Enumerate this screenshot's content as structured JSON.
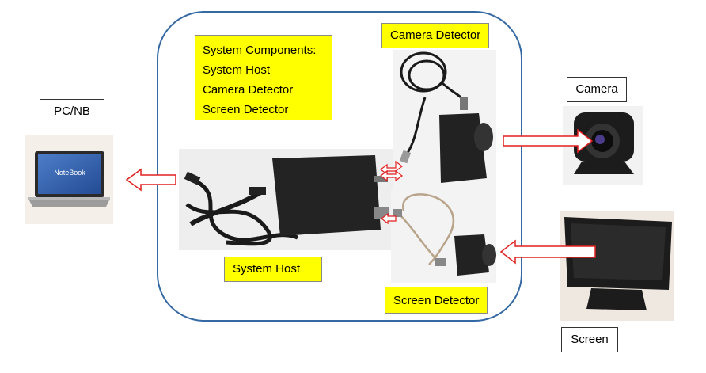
{
  "system_components": {
    "title": "System Components:",
    "items": [
      "System Host",
      "Camera Detector",
      "Screen Detector"
    ]
  },
  "labels": {
    "camera_detector": "Camera Detector",
    "system_host": "System Host",
    "screen_detector": "Screen Detector",
    "pc_nb": "PC/NB",
    "camera": "Camera",
    "screen": "Screen",
    "notebook_screen_text": "NoteBook"
  },
  "colors": {
    "frame": "#3569a4",
    "label_fill": "#ffff00",
    "arrow": "#e02020"
  }
}
